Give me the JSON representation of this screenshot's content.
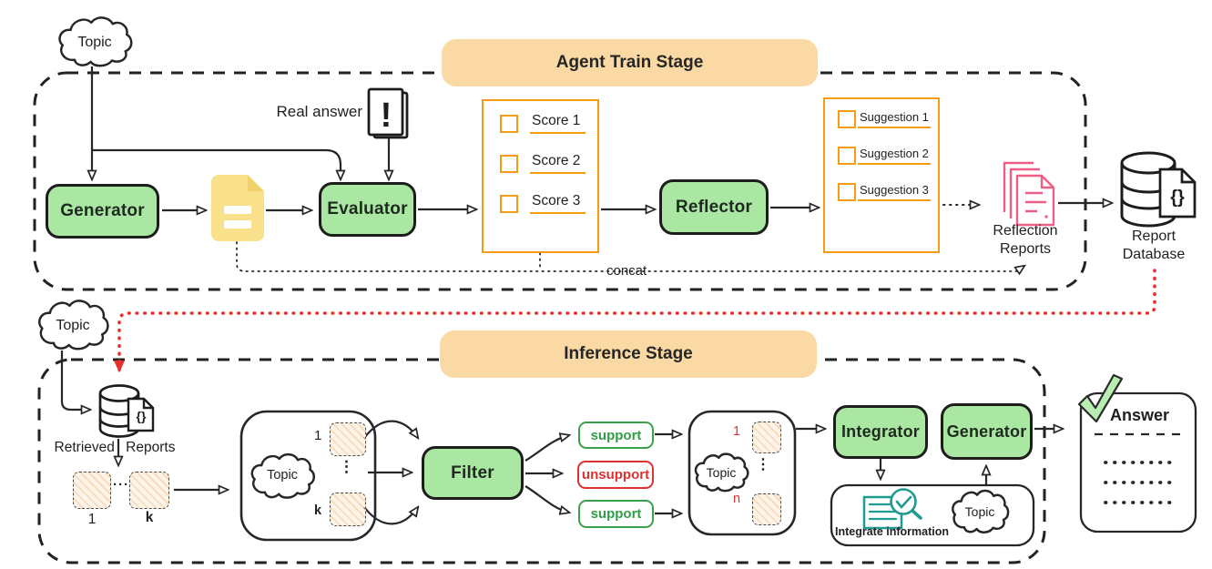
{
  "diagram": {
    "train_stage": {
      "banner": "Agent Train Stage",
      "topic": "Topic",
      "generator": "Generator",
      "real_answer": "Real answer",
      "evaluator": "Evaluator",
      "scores": [
        "Score 1",
        "Score 2",
        "Score 3"
      ],
      "reflector": "Reflector",
      "suggestions": [
        "Suggestion 1",
        "Suggestion 2",
        "Suggestion 3"
      ],
      "concat": "concat",
      "reflection_reports_line1": "Reflection",
      "reflection_reports_line2": "Reports",
      "report_database_line1": "Report",
      "report_database_line2": "Database"
    },
    "inference_stage": {
      "banner": "Inference Stage",
      "topic": "Topic",
      "retrieved_reports": "Retrieved Reports",
      "index_one": "1",
      "index_k": "k",
      "index_n": "n",
      "filter": "Filter",
      "support_top": "support",
      "unsupport": "unsupport",
      "support_bottom": "support",
      "integrator": "Integrator",
      "generator": "Generator",
      "integrate_information": "Integrate information",
      "answer": "Answer"
    },
    "icons": {
      "exclamation": "!",
      "braces": "{}",
      "vertical_ellipsis": "⋮",
      "horizontal_ellipsis": "···"
    },
    "colors": {
      "module_green": "#a9e7a3",
      "banner_orange": "#fbd9a4",
      "accent_orange": "#f59c13",
      "support_green": "#2f9e44",
      "alert_red": "#e03131",
      "report_pink": "#ed5f87",
      "integrate_teal": "#1f9c8f",
      "doc_yellow": "#f9e18c"
    }
  }
}
